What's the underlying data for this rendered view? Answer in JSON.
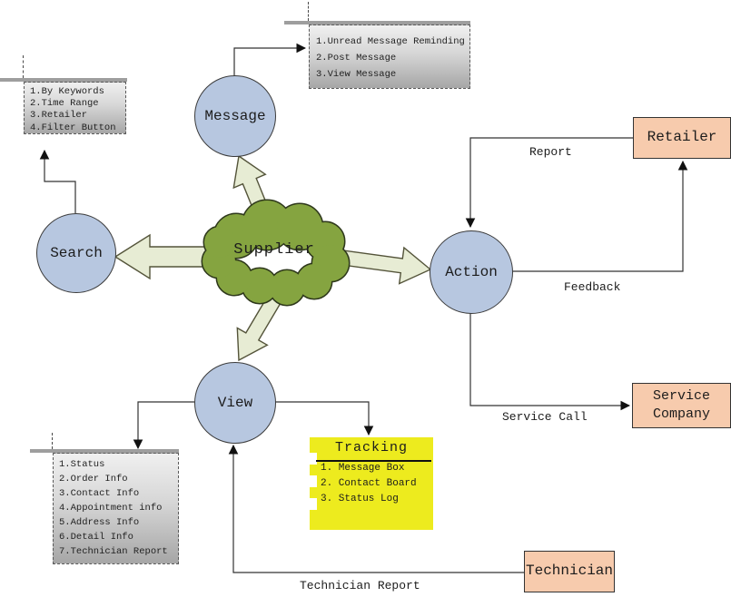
{
  "colors": {
    "node_fill": "#b7c7e0",
    "node_border": "#3b3b3b",
    "cloud_fill": "#85a440",
    "entity_fill": "#f7cbad",
    "tracking_fill": "#edeb1e",
    "block_arrow_fill": "#e7ecd4",
    "callout_bar": "#9e9e9e",
    "line": "#333333"
  },
  "cloud": {
    "label": "Supplier"
  },
  "nodes": {
    "message": "Message",
    "search": "Search",
    "action": "Action",
    "view": "View"
  },
  "entities": {
    "retailer": "Retailer",
    "service_company": [
      "Service",
      "Company"
    ],
    "technician": "Technician"
  },
  "edge_labels": {
    "report": "Report",
    "feedback": "Feedback",
    "service_call": "Service Call",
    "technician_report": "Technician Report"
  },
  "callouts": {
    "search": {
      "items": [
        "1.By Keywords",
        "2.Time Range",
        "3.Retailer",
        "4.Filter Button"
      ]
    },
    "message": {
      "items": [
        "1.Unread Message Reminding",
        "2.Post Message",
        "3.View Message"
      ]
    },
    "view": {
      "items": [
        "1.Status",
        "2.Order Info",
        "3.Contact Info",
        "4.Appointment info",
        "5.Address Info",
        "6.Detail Info",
        "7.Technician Report"
      ]
    }
  },
  "tracking": {
    "title": "Tracking",
    "items": [
      "1. Message Box",
      "2. Contact Board",
      "3. Status Log"
    ]
  }
}
